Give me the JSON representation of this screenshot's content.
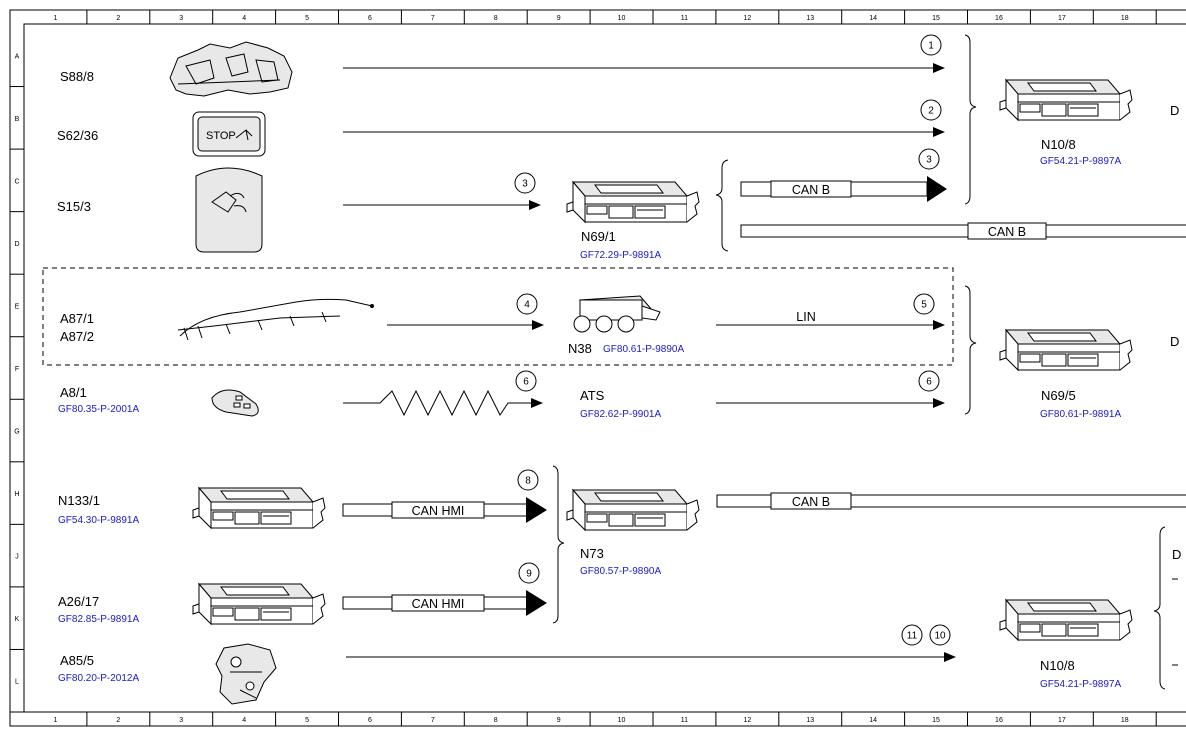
{
  "grid": {
    "columns": [
      "1",
      "2",
      "3",
      "4",
      "5",
      "6",
      "7",
      "8",
      "9",
      "10",
      "11",
      "12",
      "13",
      "14",
      "15",
      "16",
      "17",
      "18"
    ],
    "rows": [
      "A",
      "B",
      "C",
      "D",
      "E",
      "F",
      "G",
      "H",
      "J",
      "K",
      "L"
    ]
  },
  "components": {
    "s88_8": {
      "label": "S88/8"
    },
    "s62_36": {
      "label": "S62/36",
      "switch_text": "STOP"
    },
    "s15_3": {
      "label": "S15/3"
    },
    "a87": {
      "label1": "A87/1",
      "label2": "A87/2"
    },
    "a8_1": {
      "label": "A8/1",
      "ref": "GF80.35-P-2001A"
    },
    "n133_1": {
      "label": "N133/1",
      "ref": "GF54.30-P-9891A"
    },
    "a26_17": {
      "label": "A26/17",
      "ref": "GF82.85-P-9891A"
    },
    "a85_5": {
      "label": "A85/5",
      "ref": "GF80.20-P-2012A"
    },
    "n69_1": {
      "label": "N69/1",
      "ref": "GF72.29-P-9891A"
    },
    "n38": {
      "label": "N38",
      "ref": "GF80.61-P-9890A"
    },
    "ats": {
      "label": "ATS",
      "ref": "GF82.62-P-9901A"
    },
    "n73": {
      "label": "N73",
      "ref": "GF80.57-P-9890A"
    },
    "n10_8_top": {
      "label": "N10/8",
      "ref": "GF54.21-P-9897A"
    },
    "n69_5": {
      "label": "N69/5",
      "ref": "GF80.61-P-9891A"
    },
    "n10_8_bottom": {
      "label": "N10/8",
      "ref": "GF54.21-P-9897A"
    }
  },
  "buses": {
    "can_b_1": "CAN B",
    "can_b_2": "CAN B",
    "can_b_3": "CAN B",
    "lin": "LIN",
    "can_hmi_1": "CAN HMI",
    "can_hmi_2": "CAN HMI"
  },
  "signals": {
    "s1": "1",
    "s2": "2",
    "s3a": "3",
    "s3b": "3",
    "s4": "4",
    "s5": "5",
    "s6a": "6",
    "s6b": "6",
    "s8": "8",
    "s9": "9",
    "s11": "11",
    "s10": "10"
  },
  "edge_fragments": {
    "d1": "D",
    "d2": "D",
    "d3": "D"
  }
}
